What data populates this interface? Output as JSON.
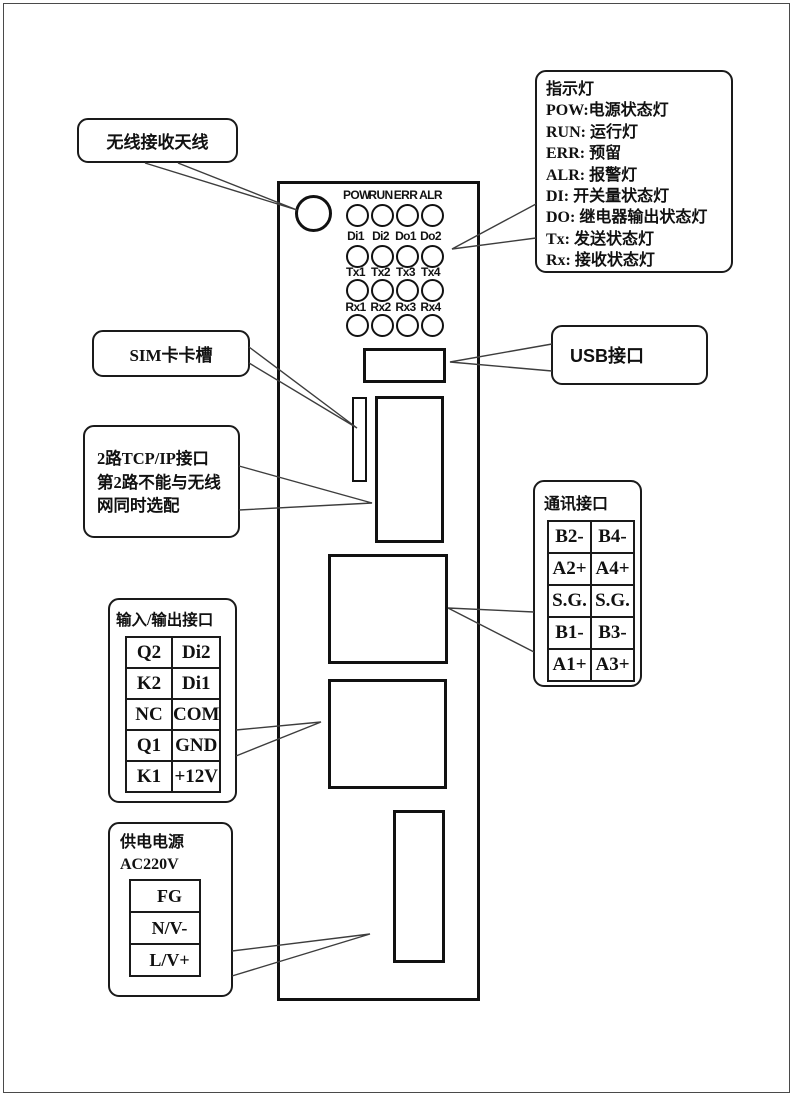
{
  "device": {
    "led_rows": [
      {
        "labels": [
          "POW",
          "RUN",
          "ERR",
          "ALR"
        ]
      },
      {
        "labels": [
          "Di1",
          "Di2",
          "Do1",
          "Do2"
        ]
      },
      {
        "labels": [
          "Tx1",
          "Tx2",
          "Tx3",
          "Tx4"
        ]
      },
      {
        "labels": [
          "Rx1",
          "Rx2",
          "Rx3",
          "Rx4"
        ]
      }
    ]
  },
  "callouts": {
    "antenna": {
      "label": "无线接收天线"
    },
    "indicator_legend": {
      "title": "指示灯",
      "lines": [
        "POW:电源状态灯",
        "RUN: 运行灯",
        "ERR: 预留",
        "ALR: 报警灯",
        "DI: 开关量状态灯",
        "DO: 继电器输出状态灯",
        "Tx: 发送状态灯",
        "Rx: 接收状态灯"
      ]
    },
    "sim": {
      "label": "SIM卡卡槽"
    },
    "usb": {
      "label": "USB接口"
    },
    "tcpip": {
      "lines": [
        "2路TCP/IP接口",
        "第2路不能与无线",
        "网同时选配"
      ]
    },
    "comm": {
      "title": "通讯接口",
      "rows": [
        [
          "B2-",
          "B4-"
        ],
        [
          "A2+",
          "A4+"
        ],
        [
          "S.G.",
          "S.G."
        ],
        [
          "B1-",
          "B3-"
        ],
        [
          "A1+",
          "A3+"
        ]
      ]
    },
    "io": {
      "title": "输入/输出接口",
      "rows": [
        [
          "Q2",
          "Di2"
        ],
        [
          "K2",
          "Di1"
        ],
        [
          "NC",
          "COM"
        ],
        [
          "Q1",
          "GND"
        ],
        [
          "K1",
          "+12V"
        ]
      ]
    },
    "power": {
      "title_line1": "供电电源",
      "title_line2": "AC220V",
      "rows": [
        "FG",
        "N/V-",
        "L/V+"
      ]
    }
  },
  "colors": {
    "line": "#111111",
    "leader": "#3d3d3d",
    "page_border": "#4a4a4a",
    "background": "#ffffff"
  }
}
